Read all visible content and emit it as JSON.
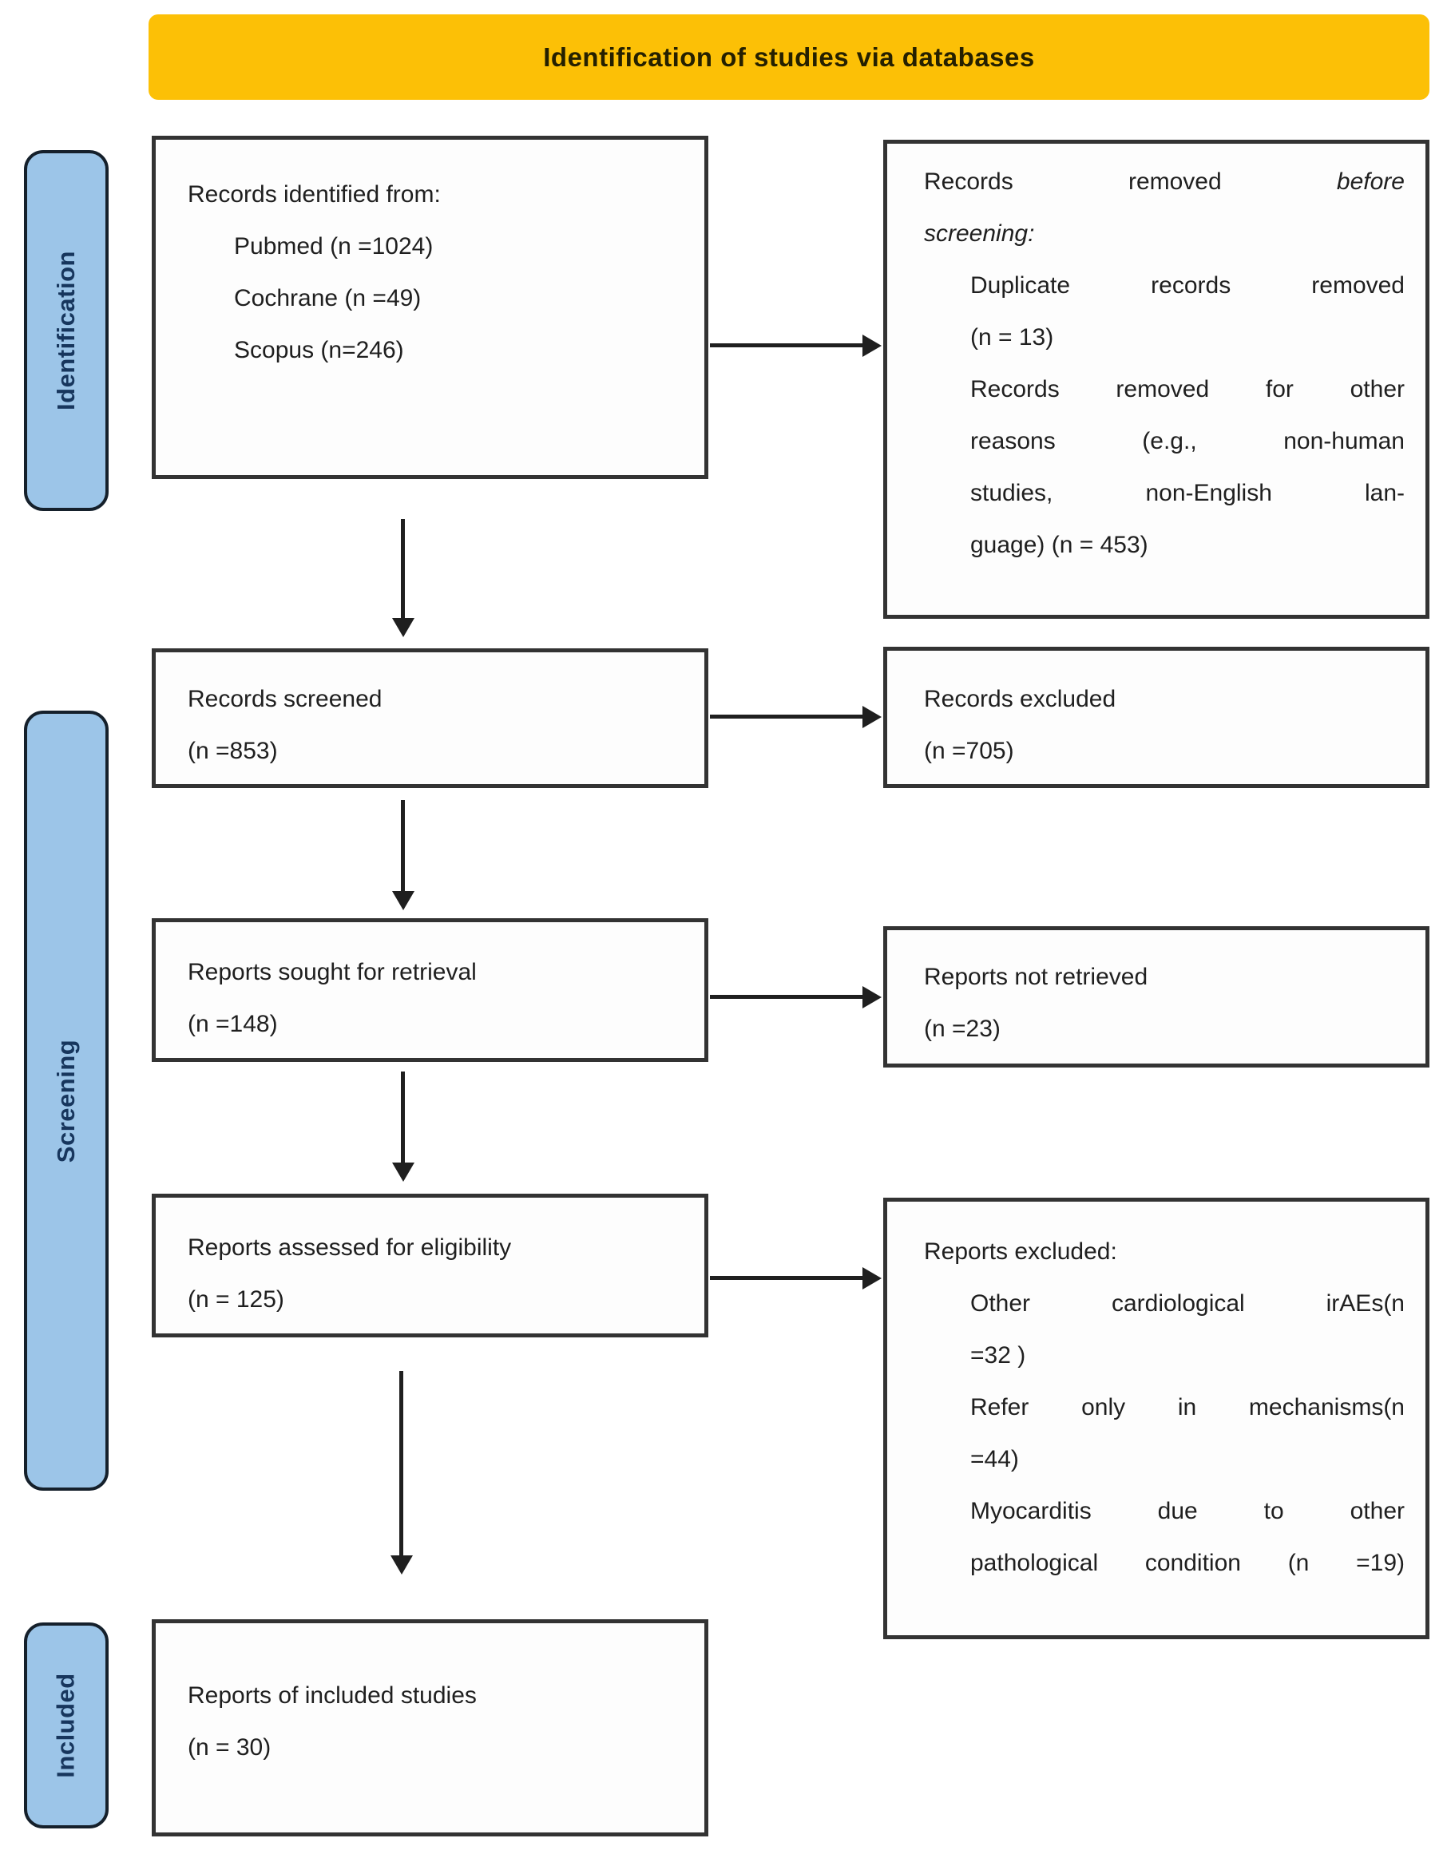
{
  "banner": {
    "title": "Identification of studies via databases"
  },
  "stages": {
    "identification": "Identification",
    "screening": "Screening",
    "included": "Included"
  },
  "colors": {
    "banner_bg": "#FCC006",
    "banner_text": "#252000",
    "stage_fill": "#9CC5E8",
    "stage_text": "#17365D",
    "box_border": "#333333",
    "arrow": "#1F1F1F"
  },
  "boxes": {
    "records_identified": {
      "l1": "Records identified from:",
      "l2": "Pubmed (n =1024)",
      "l3": "Cochrane (n =49)",
      "l4": "Scopus (n=246)"
    },
    "records_removed": {
      "l1a": "Records removed",
      "l1b": "before",
      "l2": "screening:",
      "l3": "Duplicate records removed",
      "l4": "(n = 13)",
      "l5": "Records removed for other",
      "l6": "reasons (e.g., non-human",
      "l7": "studies, non-English lan-",
      "l8": "guage) (n = 453)"
    },
    "records_screened": {
      "l1": "Records screened",
      "l2": "(n =853)"
    },
    "records_excluded": {
      "l1": "Records excluded",
      "l2": "(n =705)"
    },
    "reports_sought": {
      "l1": "Reports sought for retrieval",
      "l2": "(n =148)"
    },
    "reports_not_retrieved": {
      "l1": "Reports not retrieved",
      "l2": "(n =23)"
    },
    "reports_assessed": {
      "l1": "Reports assessed for eligibility",
      "l2": "(n = 125)"
    },
    "reports_excluded": {
      "l1": "Reports excluded:",
      "l2": "Other cardiological irAEs(n",
      "l3": "=32 )",
      "l4": "Refer only in mechanisms(n",
      "l5": "=44)",
      "l6": "Myocarditis due to other",
      "l7": "pathological condition (n =19)"
    },
    "included_studies": {
      "l1": "Reports of included studies",
      "l2": "(n = 30)"
    }
  }
}
